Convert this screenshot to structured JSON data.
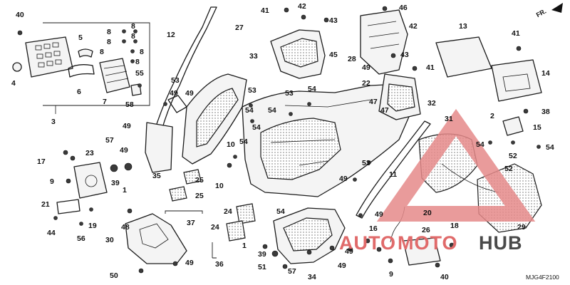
{
  "diagram": {
    "reference_code": "MJG4F2100",
    "direction_label": "FR.",
    "callout_numbers": [
      "1",
      "2",
      "3",
      "4",
      "5",
      "6",
      "7",
      "8",
      "9",
      "10",
      "11",
      "12",
      "13",
      "14",
      "15",
      "16",
      "17",
      "18",
      "19",
      "20",
      "21",
      "22",
      "23",
      "24",
      "25",
      "26",
      "27",
      "28",
      "29",
      "30",
      "31",
      "32",
      "33",
      "34",
      "35",
      "36",
      "37",
      "38",
      "39",
      "40",
      "41",
      "42",
      "43",
      "44",
      "45",
      "46",
      "47",
      "48",
      "49",
      "50",
      "51",
      "52",
      "53",
      "54",
      "55",
      "56",
      "57",
      "58"
    ]
  },
  "watermark": {
    "brand_part_a": "AUTO",
    "brand_part_b": "MOTO",
    "brand_part_c": "HUB",
    "colors": {
      "accent": "#e06a6a",
      "dark": "#4a4a4a"
    }
  }
}
